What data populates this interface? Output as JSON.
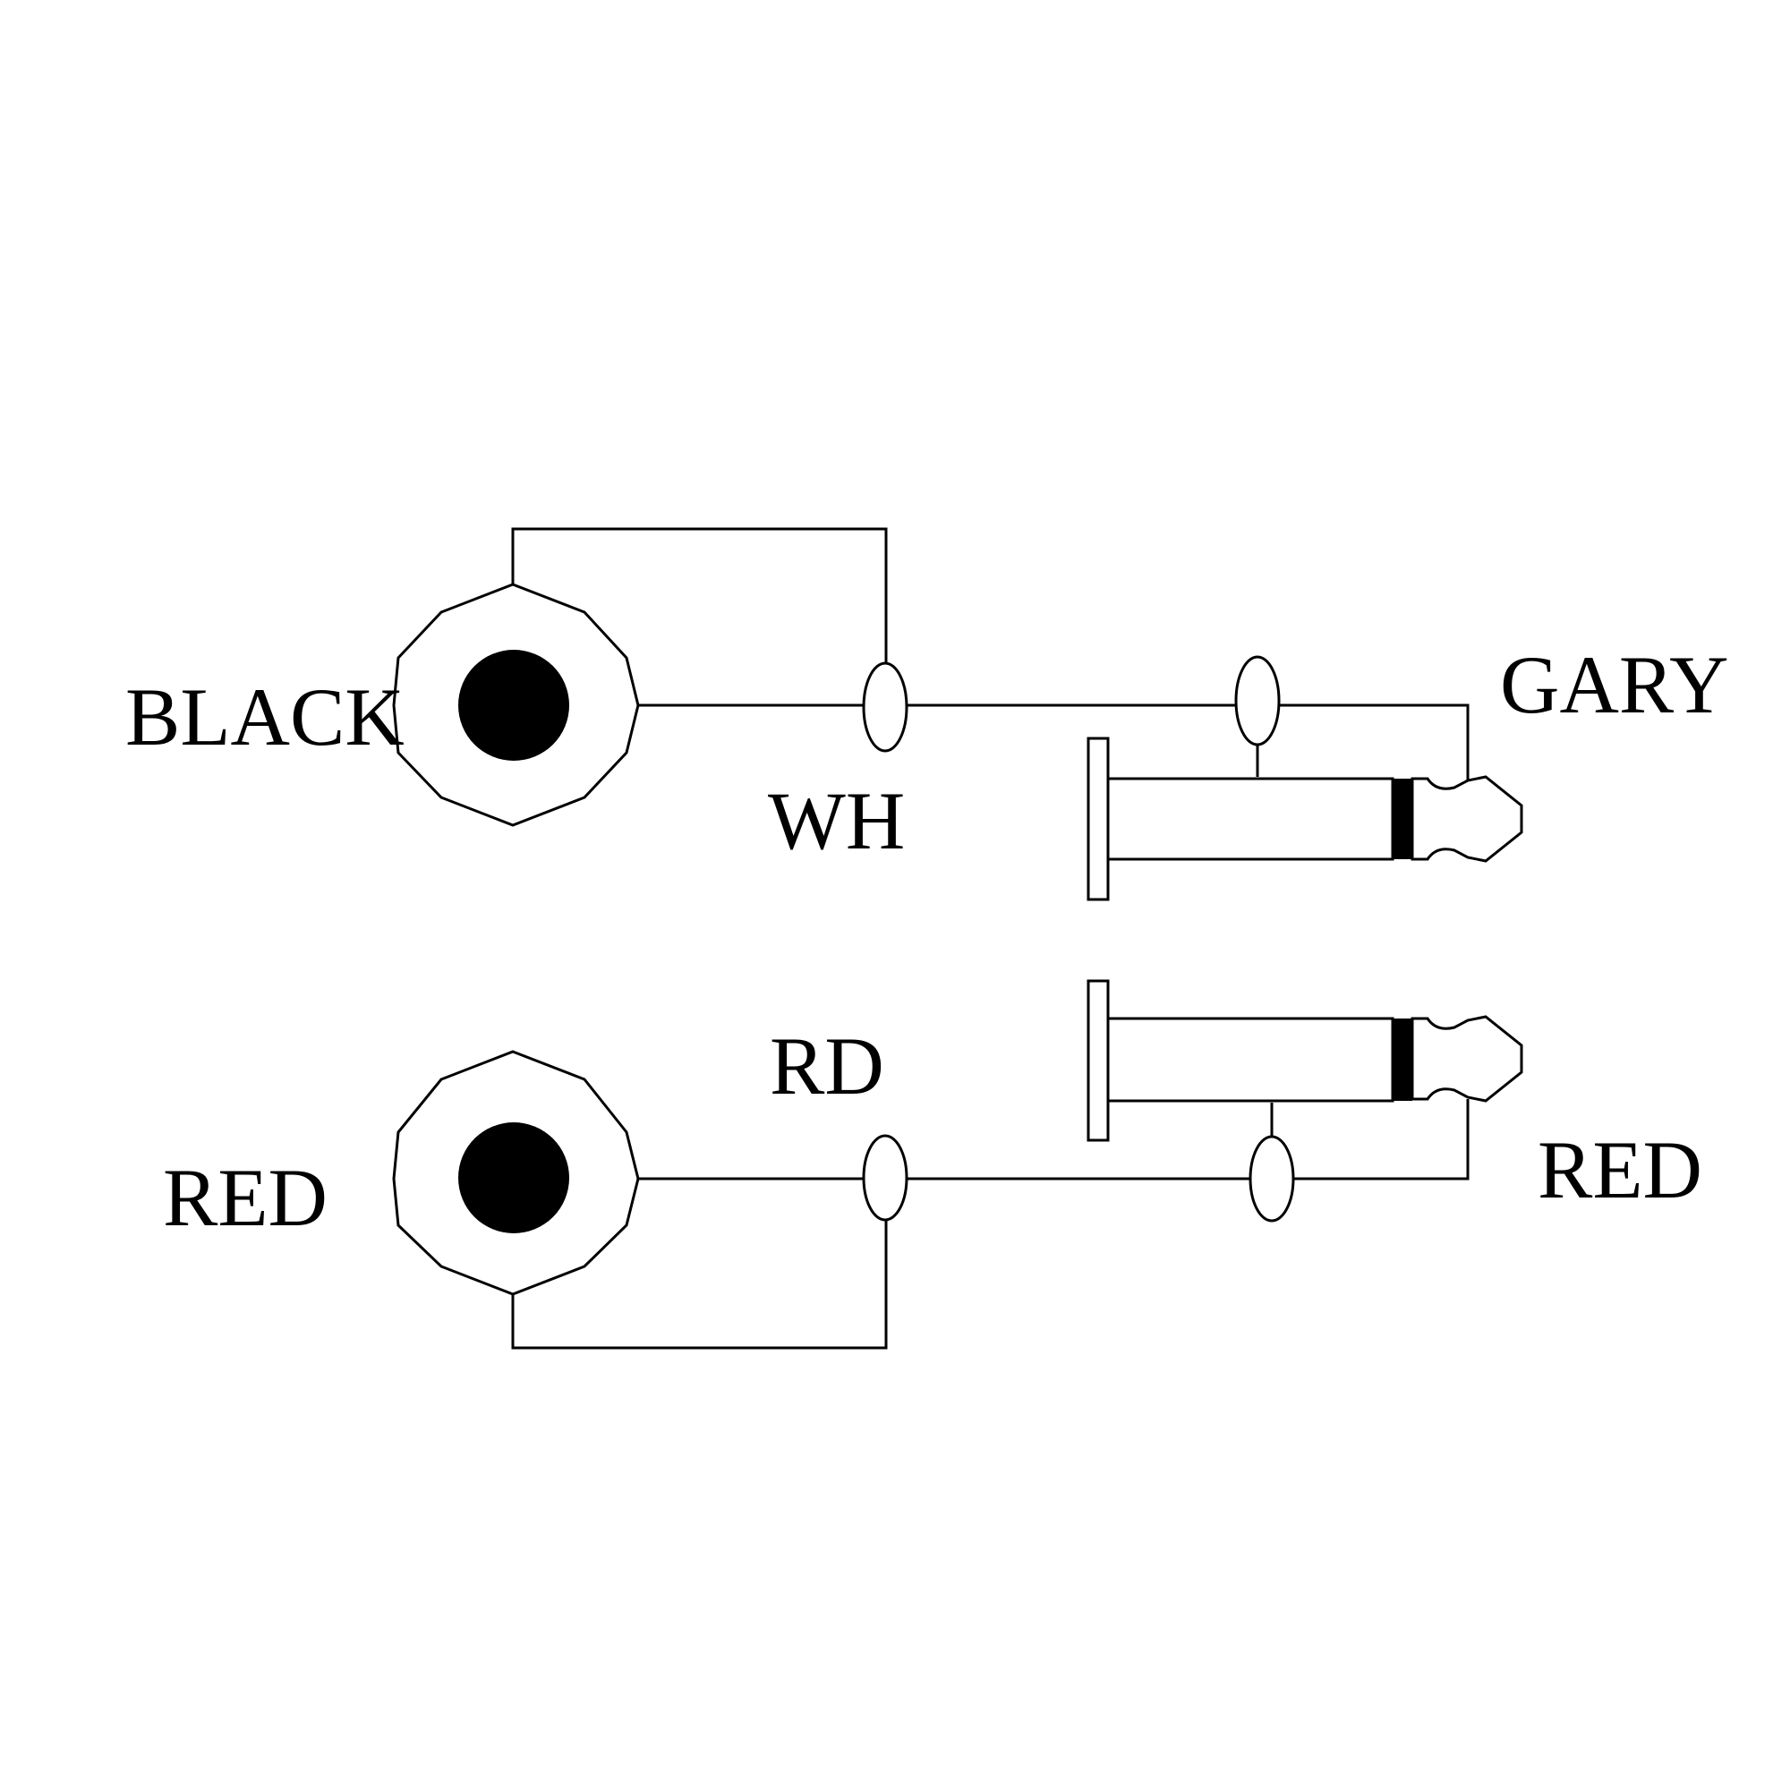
{
  "labels": {
    "top_jack_left": "BLACK",
    "top_wire": "WH",
    "top_plug_right": "GARY",
    "bottom_wire": "RD",
    "bottom_jack_left": "RED",
    "bottom_plug_right": "RED"
  },
  "colors": {
    "line": "#000000",
    "background": "#ffffff"
  }
}
